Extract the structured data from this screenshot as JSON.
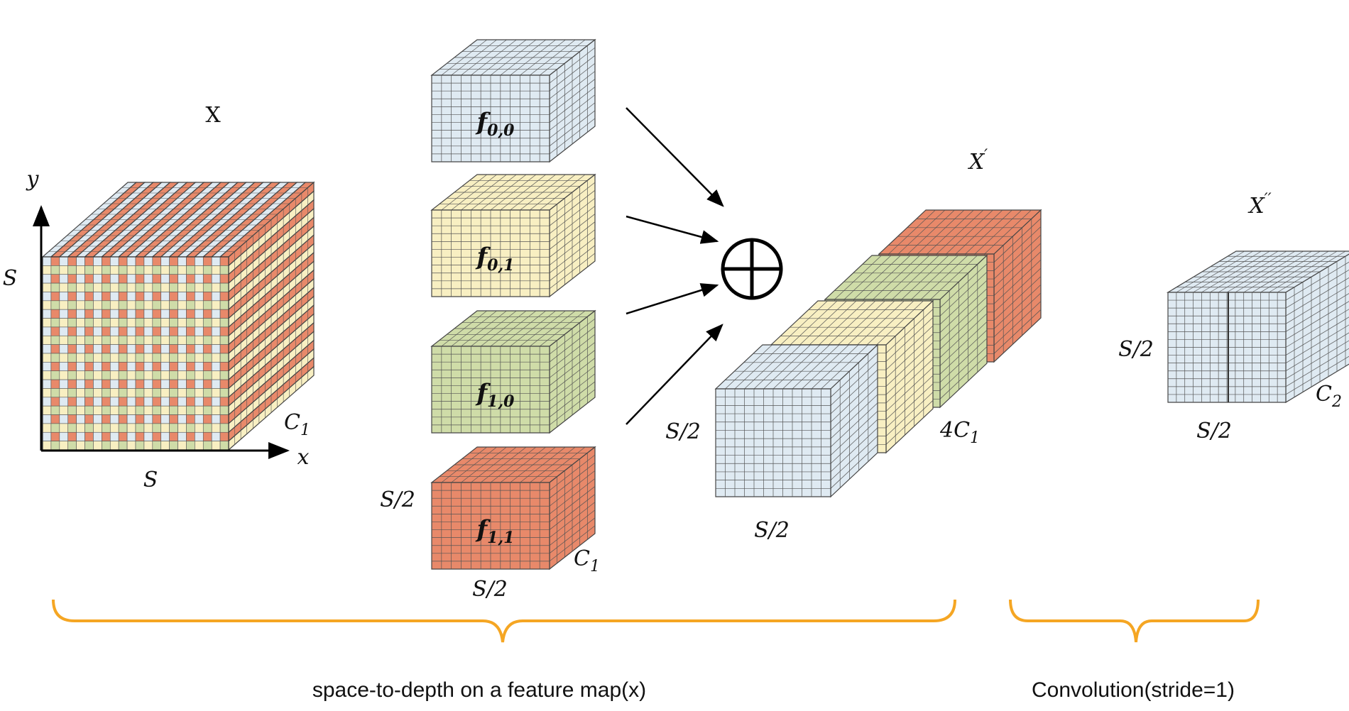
{
  "colors": {
    "blue": "#dfeaf2",
    "yellow": "#f8efc2",
    "green": "#cfdca8",
    "red": "#e8896a",
    "orange_brace": "#f5a623",
    "grid": "#555555"
  },
  "input": {
    "title": "X",
    "axis_y": "y",
    "axis_x": "x",
    "side_left": "S",
    "side_bottom": "S",
    "depth": "C",
    "depth_sub": "1"
  },
  "slices": [
    {
      "f": "f",
      "sub": "0,0",
      "color": "blue"
    },
    {
      "f": "f",
      "sub": "0,1",
      "color": "yellow"
    },
    {
      "f": "f",
      "sub": "1,0",
      "color": "green"
    },
    {
      "f": "f",
      "sub": "1,1",
      "color": "red"
    }
  ],
  "slice_labels": {
    "left": "S/2",
    "bottom": "S/2",
    "depth": "C",
    "depth_sub": "1"
  },
  "concat": {
    "symbol": "⊕",
    "title": "X",
    "title_mark": "′",
    "left": "S/2",
    "bottom": "S/2",
    "depth": "4C",
    "depth_sub": "1"
  },
  "output": {
    "title": "X",
    "title_mark": "′′",
    "left": "S/2",
    "bottom": "S/2",
    "depth": "C",
    "depth_sub": "2"
  },
  "captions": {
    "std": "space-to-depth on a feature map(x)",
    "conv": "Convolution(stride=1)"
  }
}
